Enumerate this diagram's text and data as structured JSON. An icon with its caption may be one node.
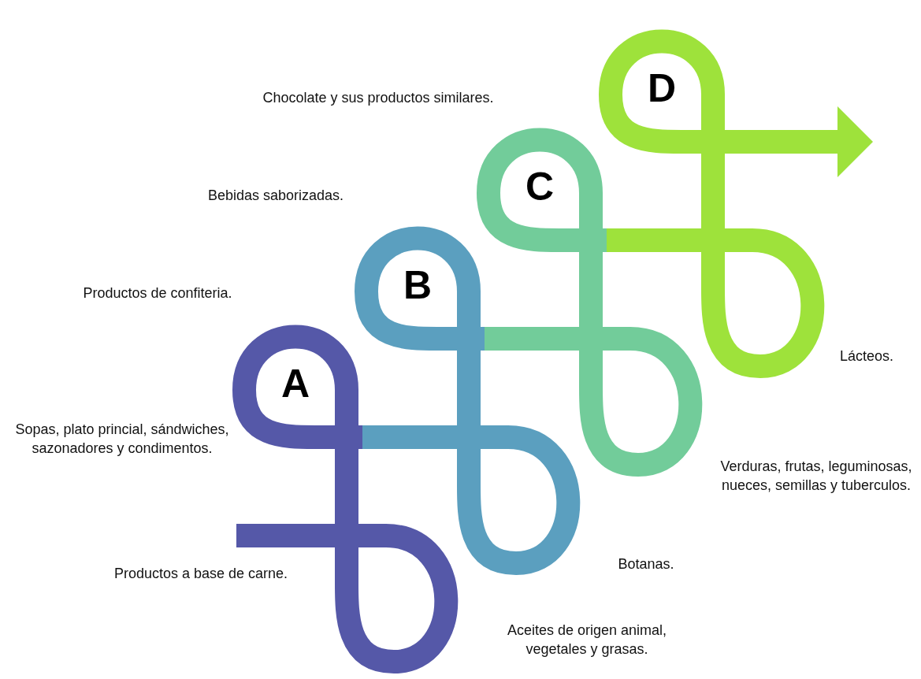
{
  "diagram": {
    "nodes": [
      {
        "text": [
          "A"
        ]
      },
      {
        "text": [
          "B"
        ]
      },
      {
        "text": [
          "C"
        ]
      },
      {
        "text": [
          "D"
        ]
      }
    ],
    "edges": [
      {
        "from": null,
        "to": 0,
        "arrow": "none",
        "color": "#5558a8"
      },
      {
        "from": 0,
        "to": 1,
        "arrow": "none",
        "color": "#5b9fbf"
      },
      {
        "from": 1,
        "to": 2,
        "arrow": "none",
        "color": "#72cc9a"
      },
      {
        "from": 2,
        "to": 3,
        "arrow": "none",
        "color": "#9ee23b"
      },
      {
        "from": 3,
        "to": null,
        "arrow": "to",
        "color": "#9ee23b"
      }
    ],
    "labels": [
      "Chocolate y sus productos similares.",
      "Bebidas saborizadas.",
      "Productos de confiteria.",
      "Sopas, plato princial, sándwiches, sazonadores y condimentos.",
      "Productos a base de carne.",
      "Lácteos.",
      "Verduras, frutas, leguminosas, nueces, semillas y tuberculos.",
      "Botanas.",
      "Aceites de origen animal, vegetales y grasas."
    ]
  }
}
